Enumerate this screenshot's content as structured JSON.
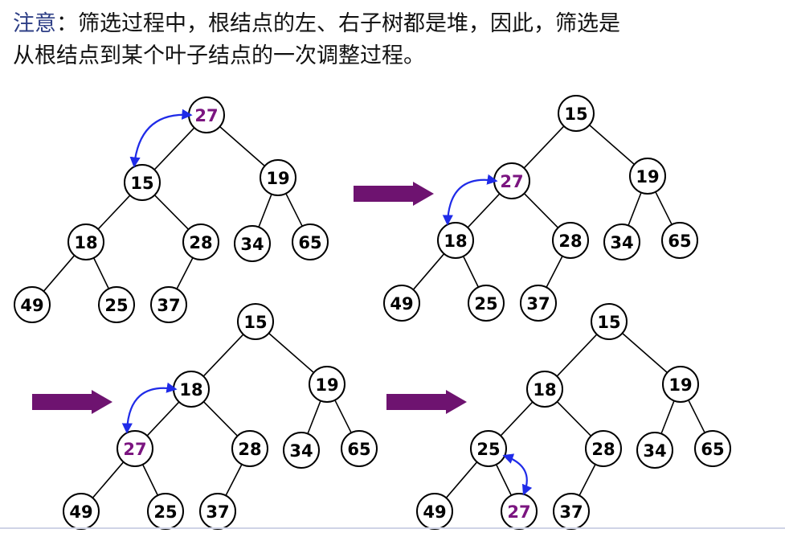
{
  "note": {
    "keyword": "注意",
    "colon": "：",
    "line1": "筛选过程中，根结点的左、右子树都是堆，因此，筛选是",
    "line2": "从根结点到某个叶子结点的一次调整过程。"
  },
  "colors": {
    "highlight_node_text": "#7b1580",
    "normal_node_text": "#000000",
    "swap_arrow": "#1f2be8",
    "step_arrow": "#6e1370",
    "keyword": "#2e3f86"
  },
  "diagrams": [
    {
      "id": "step1",
      "nodes": [
        "27",
        "15",
        "19",
        "18",
        "28",
        "34",
        "65",
        "49",
        "25",
        "37"
      ],
      "highlight": [
        0
      ],
      "swap": [
        0,
        1
      ]
    },
    {
      "id": "step2",
      "nodes": [
        "15",
        "27",
        "19",
        "18",
        "28",
        "34",
        "65",
        "49",
        "25",
        "37"
      ],
      "highlight": [
        1
      ],
      "swap": [
        1,
        3
      ]
    },
    {
      "id": "step3",
      "nodes": [
        "15",
        "18",
        "19",
        "27",
        "28",
        "34",
        "65",
        "49",
        "25",
        "37"
      ],
      "highlight": [
        3
      ],
      "swap": [
        1,
        3
      ]
    },
    {
      "id": "step4",
      "nodes": [
        "15",
        "18",
        "19",
        "25",
        "28",
        "34",
        "65",
        "49",
        "27",
        "37"
      ],
      "highlight": [
        8
      ],
      "swap": [
        3,
        8
      ]
    }
  ]
}
